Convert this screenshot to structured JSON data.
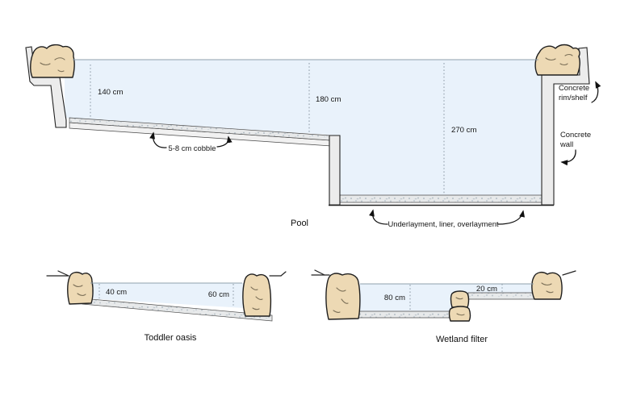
{
  "colors": {
    "water": "#e9f2fb",
    "stone": "#edd9b4",
    "concrete": "#ececec",
    "outline": "#222222"
  },
  "pool": {
    "title": "Pool",
    "depths": [
      {
        "label": "140 cm"
      },
      {
        "label": "180 cm"
      },
      {
        "label": "270 cm"
      }
    ],
    "cobble_note": "5-8 cm cobble",
    "liner_note": "Underlayment, liner, overlayment",
    "rim_note": {
      "line1": "Concrete",
      "line2": "rim/shelf"
    },
    "wall_note": {
      "line1": "Concrete",
      "line2": "wall"
    }
  },
  "toddler": {
    "title": "Toddler oasis",
    "depths": [
      {
        "label": "40 cm"
      },
      {
        "label": "60 cm"
      }
    ]
  },
  "wetland": {
    "title": "Wetland filter",
    "depths": [
      {
        "label": "80 cm"
      },
      {
        "label": "20 cm"
      }
    ]
  }
}
